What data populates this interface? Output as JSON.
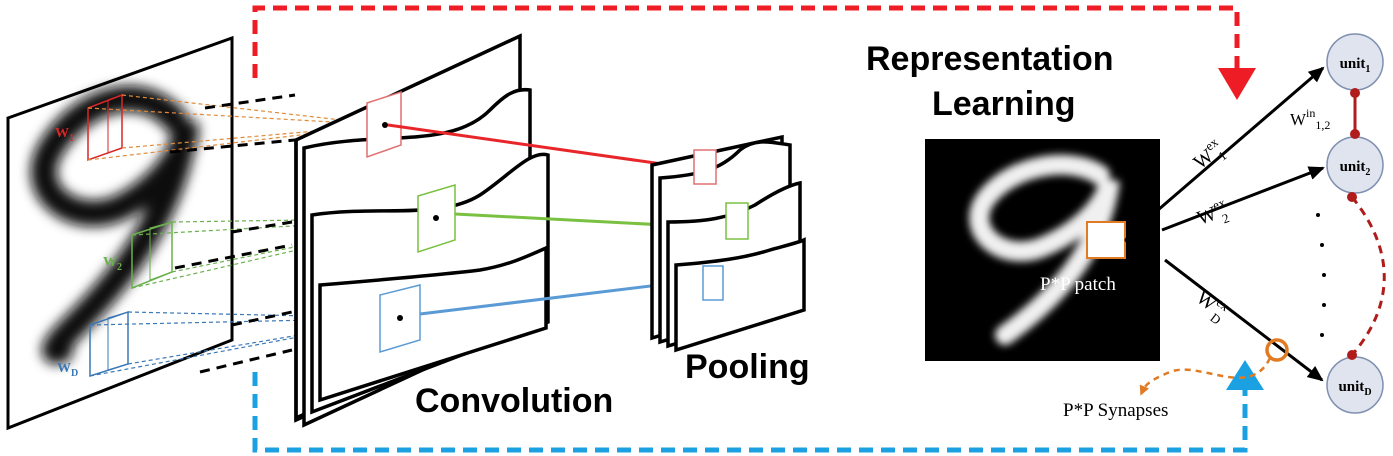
{
  "labels": {
    "convolution": "Convolution",
    "pooling": "Pooling",
    "representation_line1": "Representation",
    "representation_line2": "Learning",
    "patch": "P*P patch",
    "synapses": "P*P Synapses"
  },
  "filter_weights": [
    {
      "base": "W",
      "sub": "1",
      "color": "#d62728"
    },
    {
      "base": "W",
      "sub": "2",
      "color": "#6ab04c"
    },
    {
      "base": "W",
      "sub": "D",
      "color": "#3a78b5"
    }
  ],
  "units": [
    {
      "base": "unit",
      "sub": "1"
    },
    {
      "base": "unit",
      "sub": "2"
    },
    {
      "base": "unit",
      "sub": "D"
    }
  ],
  "ex_weights": [
    {
      "base": "W",
      "sup": "ex",
      "sub": "1"
    },
    {
      "base": "W",
      "sup": "ex",
      "sub": "2"
    },
    {
      "base": "W",
      "sup": "ex",
      "sub": "D"
    }
  ],
  "in_weight": {
    "base": "W",
    "sup": "in",
    "sub": "1,2"
  },
  "colors": {
    "red_arrow": "#e8262a",
    "green_arrow": "#7ac142",
    "blue_arrow": "#5b9bd5",
    "top_dashed": "#ee1c24",
    "bottom_dashed": "#1ba1e2",
    "orange": "#e07b24",
    "inhibit": "#b01c1c",
    "unit_fill": "#dfe4ef",
    "unit_stroke": "#7f8fb0"
  }
}
